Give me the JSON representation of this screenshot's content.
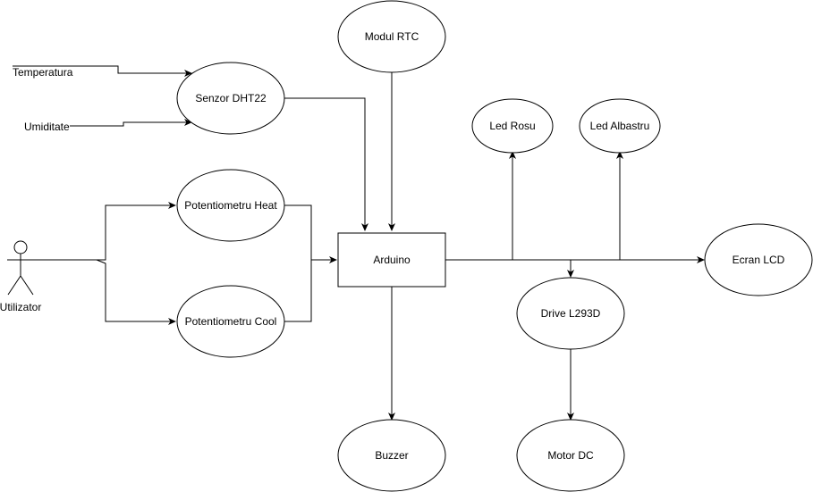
{
  "nodes": {
    "modul_rtc": "Modul RTC",
    "senzor_dht22": "Senzor DHT22",
    "led_rosu": "Led Rosu",
    "led_albastru": "Led Albastru",
    "potentiometru_heat": "Potentiometru Heat",
    "potentiometru_cool": "Potentiometru Cool",
    "arduino": "Arduino",
    "ecran_lcd": "Ecran LCD",
    "drive_l293d": "Drive L293D",
    "buzzer": "Buzzer",
    "motor_dc": "Motor DC"
  },
  "inputs": {
    "temperatura": "Temperatura",
    "umiditate": "Umiditate"
  },
  "actor": {
    "label": "Utilizator"
  }
}
